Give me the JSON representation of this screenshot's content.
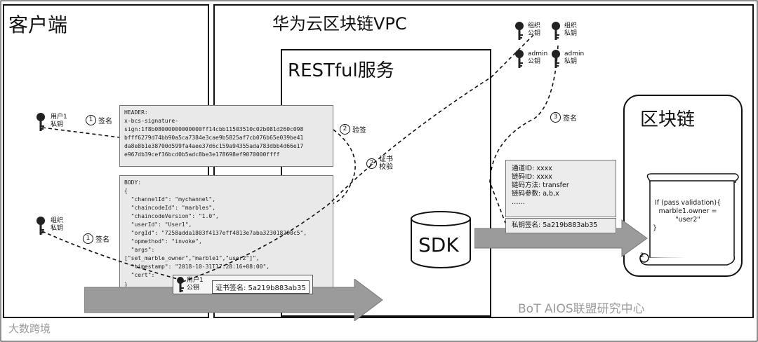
{
  "colors": {
    "line": "#111111",
    "panel": "#e9e9e9",
    "arrow": "#9b9b9b",
    "watermark": "#9a9a9a"
  },
  "client": {
    "title": "客户端"
  },
  "vpc": {
    "title": "华为云区块链VPC"
  },
  "restful": {
    "title": "RESTful服务"
  },
  "sdk": {
    "label": "SDK"
  },
  "blockchain": {
    "title": "区块链",
    "code": [
      "If (pass validation){",
      "marble1.owner =",
      "\"user2\"",
      "}"
    ]
  },
  "header_panel": {
    "lines": [
      "HEADER:",
      "x-bcs-signature-",
      "sign:1f8b08000000000000ff14cbb11503510c02b081d260c098",
      "bfff6279d74bb90a5ca7384e3cae9b5825af7cb076b65e039be41",
      "da8e8b1e38700d599fa4aee37d6c159a94355ada783dbb4d66e17",
      "e967db39cef36bcd0b5adc8be3e178698ef9070000ffff"
    ]
  },
  "body_panel": {
    "lines": [
      "BODY:",
      "{",
      "  \"channelId\": \"mychannel\",",
      "  \"chaincodeId\": \"marbles\",",
      "  \"chaincodeVersion\": \"1.0\",",
      "  \"userId\": \"User1\",",
      "  \"orgId\": \"7258adda1803f4137eff4813e7aba323018200c5\",",
      "  \"opmethod\": \"invoke\",",
      "  \"args\":",
      "[\"set_marble_owner\",\"marble1\",\"user2\"]\",",
      "  \"timestamp\": \"2018-10-31T17:28:16+08:00\",",
      "  \"cert\":",
      "}"
    ],
    "cert_sig": "证书签名: 5a219b883ab35",
    "cert_user_key": "用户1 公钥"
  },
  "tx_panel": {
    "lines": [
      "通道ID: xxxx",
      "链码ID: xxxx",
      "链码方法: transfer",
      "链码参数: a,b,x",
      "……"
    ],
    "signature": "私钥签名: 5a219b883ab35"
  },
  "keys": [
    {
      "id": "user1-private",
      "label": "用户1 私钥"
    },
    {
      "id": "org-private-left",
      "label": "组织 私钥"
    },
    {
      "id": "org-public",
      "label": "组织 公钥"
    },
    {
      "id": "org-private-right",
      "label": "组织 私钥"
    },
    {
      "id": "admin-public",
      "label": "admin 公钥"
    },
    {
      "id": "admin-private",
      "label": "admin 私钥"
    }
  ],
  "steps": [
    {
      "id": "sign-header",
      "num": "1",
      "text": "签名"
    },
    {
      "id": "sign-body",
      "num": "1",
      "text": "签名"
    },
    {
      "id": "verify-sign",
      "num": "2",
      "text": "验签"
    },
    {
      "id": "verify-cert",
      "num": "2",
      "text": "证书 校验"
    },
    {
      "id": "sign-tx",
      "num": "3",
      "text": "签名"
    }
  ],
  "blockchain_step_num": "2",
  "watermarks": {
    "left": "大数跨境",
    "right": "BoT AIOS联盟研究中心"
  }
}
